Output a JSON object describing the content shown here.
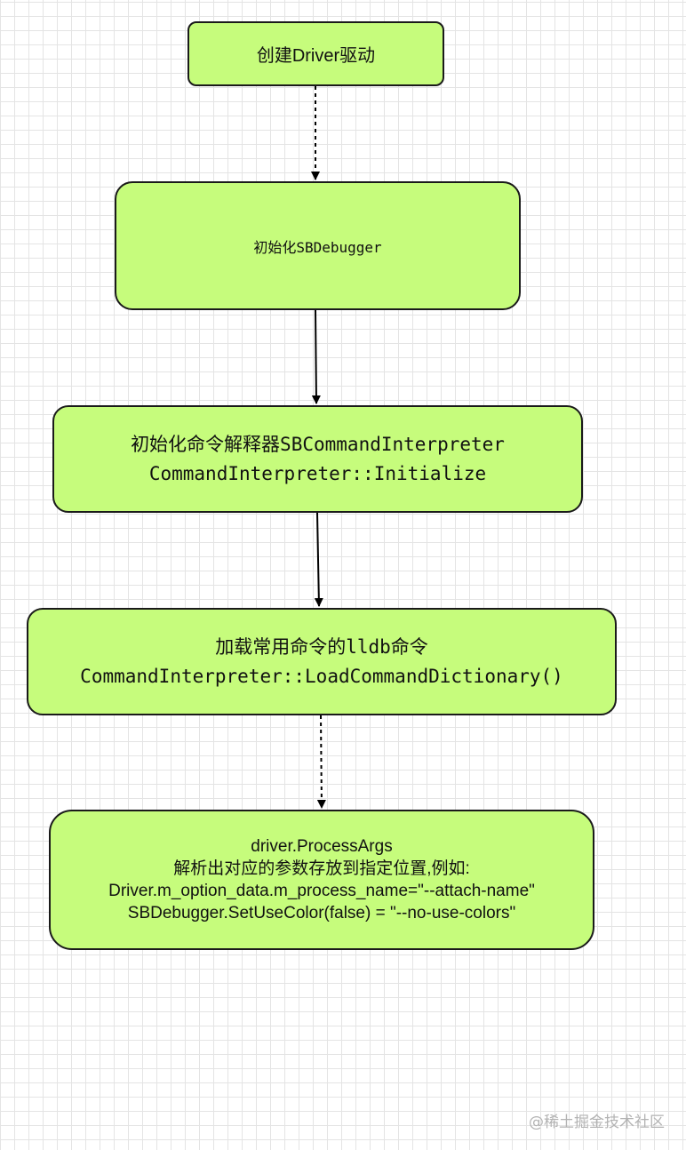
{
  "nodes": {
    "n1": {
      "lines": [
        "创建Driver驱动"
      ]
    },
    "n2": {
      "lines": [
        "初始化SBDebugger"
      ]
    },
    "n3": {
      "lines": [
        "初始化命令解释器SBCommandInterpreter",
        "CommandInterpreter::Initialize"
      ]
    },
    "n4": {
      "lines": [
        "加载常用命令的lldb命令",
        "CommandInterpreter::LoadCommandDictionary()"
      ]
    },
    "n5": {
      "lines": [
        "driver.ProcessArgs",
        "解析出对应的参数存放到指定位置,例如:",
        "Driver.m_option_data.m_process_name=\"--attach-name\"",
        "SBDebugger.SetUseColor(false) = \"--no-use-colors\""
      ]
    }
  },
  "edges": [
    {
      "from": "n1",
      "to": "n2",
      "style": "dashed"
    },
    {
      "from": "n2",
      "to": "n3",
      "style": "solid"
    },
    {
      "from": "n3",
      "to": "n4",
      "style": "solid"
    },
    {
      "from": "n4",
      "to": "n5",
      "style": "dashed"
    }
  ],
  "watermark": "@稀土掘金技术社区",
  "colors": {
    "node_fill": "#c6fc7c",
    "node_border": "#1a1a1a",
    "edge": "#000000",
    "grid": "#e4e4e4",
    "watermark": "#b3b3b3"
  }
}
